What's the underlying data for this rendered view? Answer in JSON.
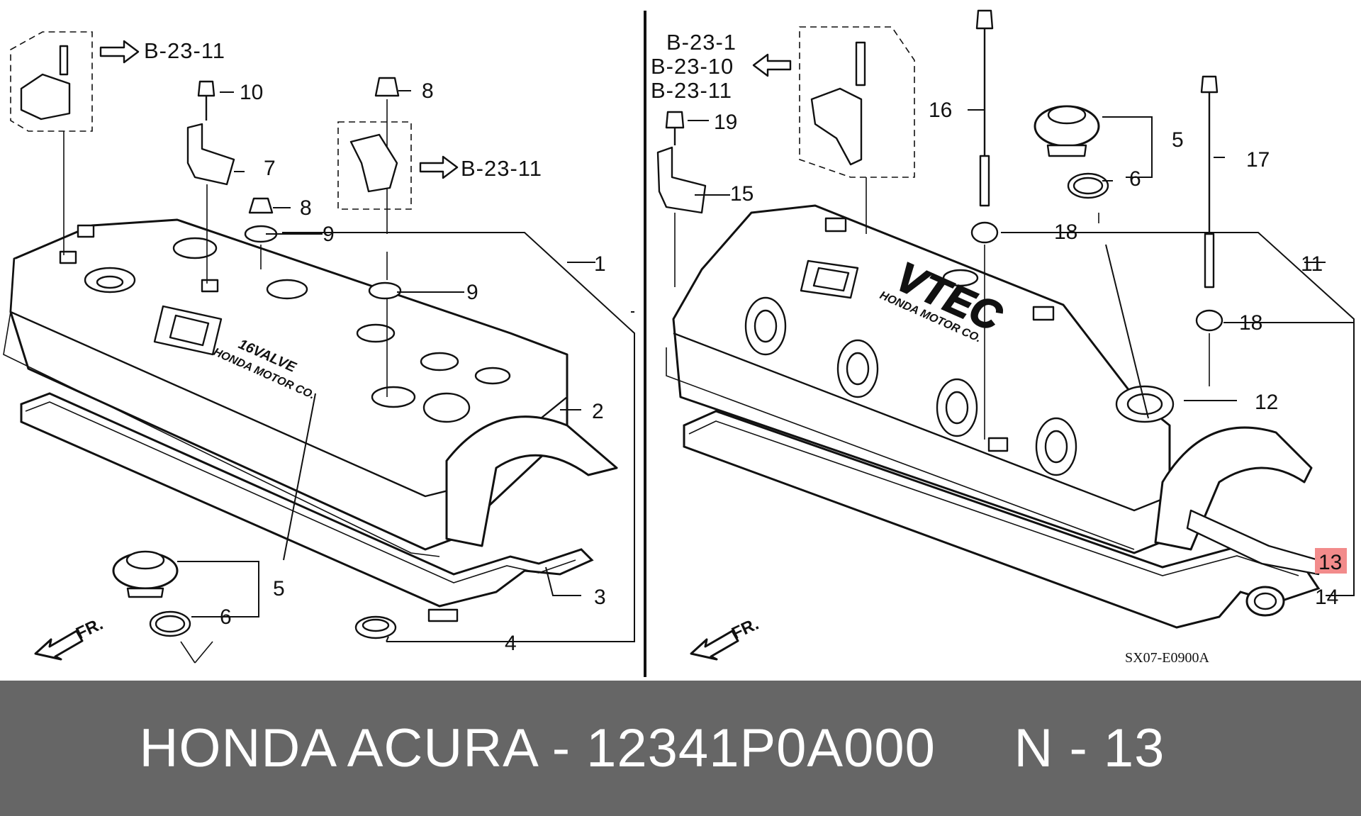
{
  "diagram": {
    "left_panel": {
      "callouts": [
        "1",
        "2",
        "3",
        "4",
        "5",
        "6",
        "7",
        "8",
        "8",
        "9",
        "9",
        "10"
      ],
      "references": [
        "B-23-11",
        "B-23-11"
      ],
      "cover_text": "16VALVE",
      "maker_text": "HONDA MOTOR CO.",
      "front_label": "FR."
    },
    "right_panel": {
      "callouts": [
        "5",
        "6",
        "11",
        "12",
        "13",
        "14",
        "15",
        "16",
        "17",
        "18",
        "18",
        "19"
      ],
      "references": [
        "B-23-1",
        "B-23-10",
        "B-23-11"
      ],
      "cover_text": "VTEC",
      "maker_text": "HONDA MOTOR CO.",
      "front_label": "FR.",
      "drawing_code": "SX07-E0900A"
    },
    "highlight": {
      "callout": "13",
      "color": "#f28b8b"
    }
  },
  "footer": {
    "text": "HONDA ACURA - 12341P0A000     N - 13",
    "background": "#666666",
    "color": "#ffffff"
  }
}
